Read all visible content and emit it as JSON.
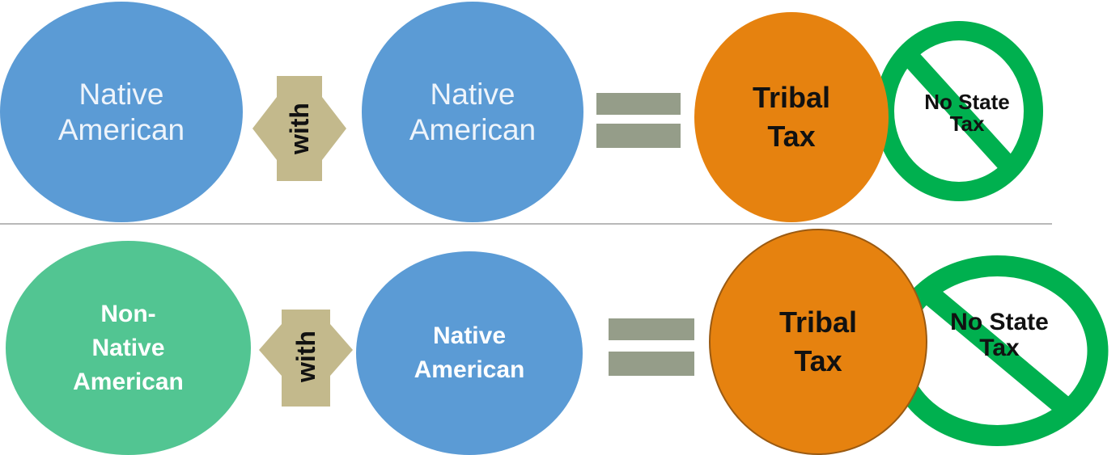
{
  "colors": {
    "native_circle": "#5b9bd5",
    "non_native_circle": "#52c592",
    "tribal_circle": "#e6820f",
    "no_sign": "#00b04f",
    "connector": "#c3b98c",
    "equals": "#959d89"
  },
  "row1": {
    "left_circle": "Native\nAmerican",
    "connector_label": "with",
    "right_circle": "Native\nAmerican",
    "result_circle": "Tribal\nTax",
    "no_sign_text": "No State\nTax"
  },
  "row2": {
    "left_circle": "Non-\nNative\nAmerican",
    "connector_label": "with",
    "right_circle": "Native\nAmerican",
    "result_circle": "Tribal\nTax",
    "no_sign_text": "No State\nTax"
  }
}
